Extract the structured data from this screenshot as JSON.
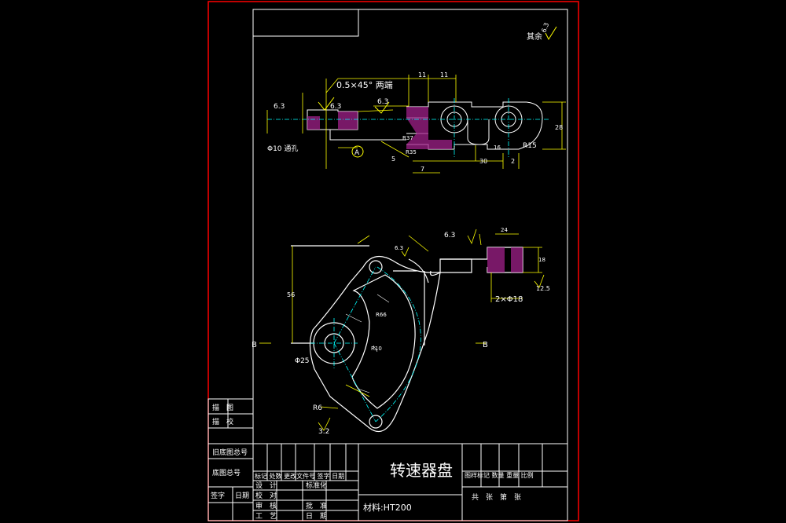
{
  "drawing": {
    "part_name": "转速器盘",
    "material": "材料:HT200",
    "surface_note": "其余",
    "surface_note_value": "6.3",
    "colors": {
      "background": "#000000",
      "frame": "#ff0000",
      "lines": "#ffffff",
      "dimensions": "#ffff00",
      "centerline": "#00ffff",
      "hatch": "#ff00ff"
    }
  },
  "annotations": {
    "chamfer": "0.5×45° 两端",
    "rough_1": "6.3",
    "rough_2": "6.3",
    "rough_3": "6.3",
    "rough_4": "6.3",
    "rough_5": "3.2",
    "rough_6": "12.5",
    "rough_7": "6.3",
    "hole_callout": "Φ10 通孔",
    "radius_r15": "R15",
    "section_b": "B",
    "section_b2": "B",
    "dia_25": "Φ25",
    "dim_2x_d18": "2×Φ18",
    "r6": "R6",
    "label_a": "A",
    "dim_30": "30",
    "dim_28": "28",
    "dim_11": "11",
    "dim_11b": "11",
    "dim_7": "7",
    "dim_2": "2",
    "dim_24": "24",
    "dim_5": "5",
    "dim_18": "18",
    "dim_56": "56",
    "r37": "R37",
    "r35": "R35",
    "r66": "R66",
    "dim_r10": "R10",
    "dim_16": "16"
  },
  "title_block": {
    "sidebar_1": "描　图",
    "sidebar_2": "描　校",
    "sidebar_3": "旧底图总号",
    "sidebar_4": "底图总号",
    "sidebar_5": "签字",
    "sidebar_6": "日期",
    "rev_header": "标记 处数 更改文件号 签字 日期",
    "design": "设　计",
    "check": "校　对",
    "review": "审　核",
    "craft": "工　艺",
    "standardize": "标准化",
    "approve": "批　准",
    "date": "日　期",
    "stage_header": "图样标记 数量 重量 比例",
    "sheet_info": "共　张　第　张"
  }
}
